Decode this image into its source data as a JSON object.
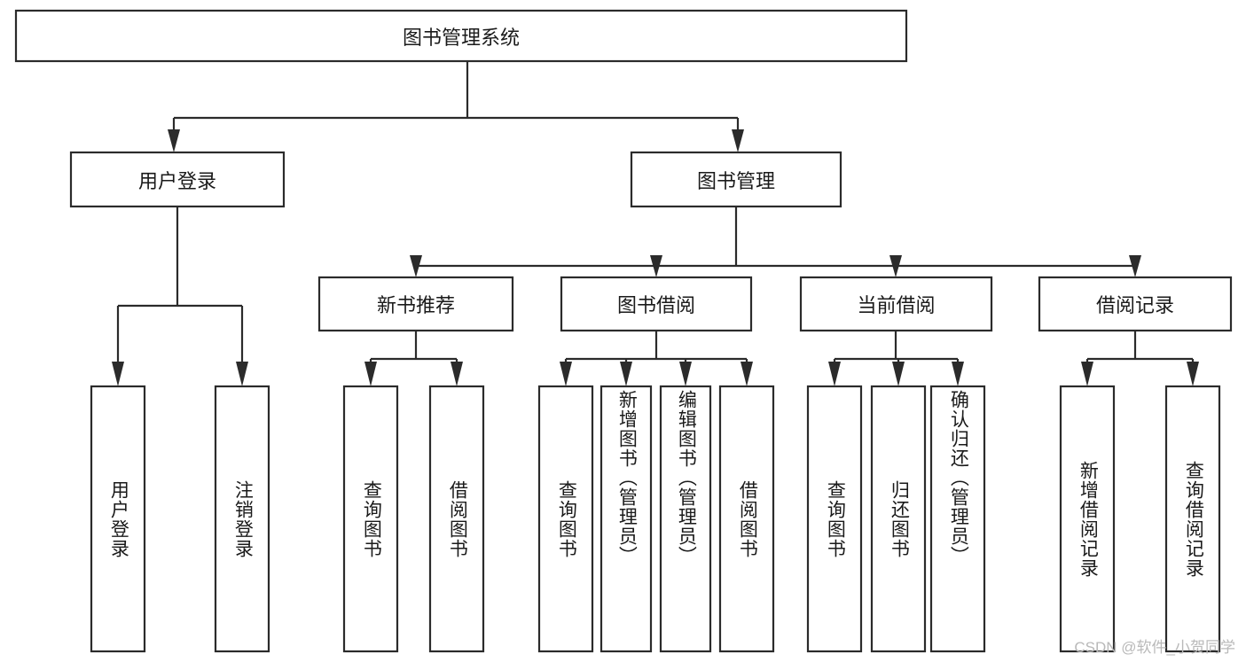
{
  "diagram": {
    "title": "图书管理系统",
    "type": "tree",
    "root": {
      "id": "root",
      "label": "图书管理系统",
      "orientation": "horizontal"
    },
    "level2": [
      {
        "id": "user-login",
        "label": "用户登录",
        "orientation": "horizontal"
      },
      {
        "id": "book-management",
        "label": "图书管理",
        "orientation": "horizontal"
      }
    ],
    "level3": [
      {
        "id": "new-book-recommend",
        "label": "新书推荐",
        "parent": "book-management",
        "orientation": "horizontal"
      },
      {
        "id": "book-borrow",
        "label": "图书借阅",
        "parent": "book-management",
        "orientation": "horizontal"
      },
      {
        "id": "current-borrow",
        "label": "当前借阅",
        "parent": "book-management",
        "orientation": "horizontal"
      },
      {
        "id": "borrow-record",
        "label": "借阅记录",
        "parent": "book-management",
        "orientation": "horizontal"
      }
    ],
    "leaves": [
      {
        "id": "leaf-user-login",
        "label": "用户登录",
        "parent": "user-login",
        "orientation": "vertical"
      },
      {
        "id": "leaf-user-logout",
        "label": "注销登录",
        "parent": "user-login",
        "orientation": "vertical"
      },
      {
        "id": "leaf-query-book-1",
        "label": "查询图书",
        "parent": "new-book-recommend",
        "orientation": "vertical"
      },
      {
        "id": "leaf-borrow-book-1",
        "label": "借阅图书",
        "parent": "new-book-recommend",
        "orientation": "vertical"
      },
      {
        "id": "leaf-query-book-2",
        "label": "查询图书",
        "parent": "book-borrow",
        "orientation": "vertical"
      },
      {
        "id": "leaf-add-book",
        "label": "新增图书（管理员）",
        "parent": "book-borrow",
        "orientation": "vertical"
      },
      {
        "id": "leaf-edit-book",
        "label": "编辑图书（管理员）",
        "parent": "book-borrow",
        "orientation": "vertical"
      },
      {
        "id": "leaf-borrow-book-2",
        "label": "借阅图书",
        "parent": "book-borrow",
        "orientation": "vertical"
      },
      {
        "id": "leaf-query-book-3",
        "label": "查询图书",
        "parent": "current-borrow",
        "orientation": "vertical"
      },
      {
        "id": "leaf-return-book",
        "label": "归还图书",
        "parent": "current-borrow",
        "orientation": "vertical"
      },
      {
        "id": "leaf-confirm-return",
        "label": "确认归还（管理员）",
        "parent": "current-borrow",
        "orientation": "vertical"
      },
      {
        "id": "leaf-add-record",
        "label": "新增借阅记录",
        "parent": "borrow-record",
        "orientation": "vertical"
      },
      {
        "id": "leaf-query-record",
        "label": "查询借阅记录",
        "parent": "borrow-record",
        "orientation": "vertical"
      }
    ]
  },
  "watermark": {
    "text": "CSDN @软件_小贺同学"
  },
  "colors": {
    "stroke": "#2b2b2b",
    "box_fill": "#ffffff",
    "text": "#1a1a1a",
    "background": "#ffffff",
    "watermark": "#b9b9b9"
  }
}
